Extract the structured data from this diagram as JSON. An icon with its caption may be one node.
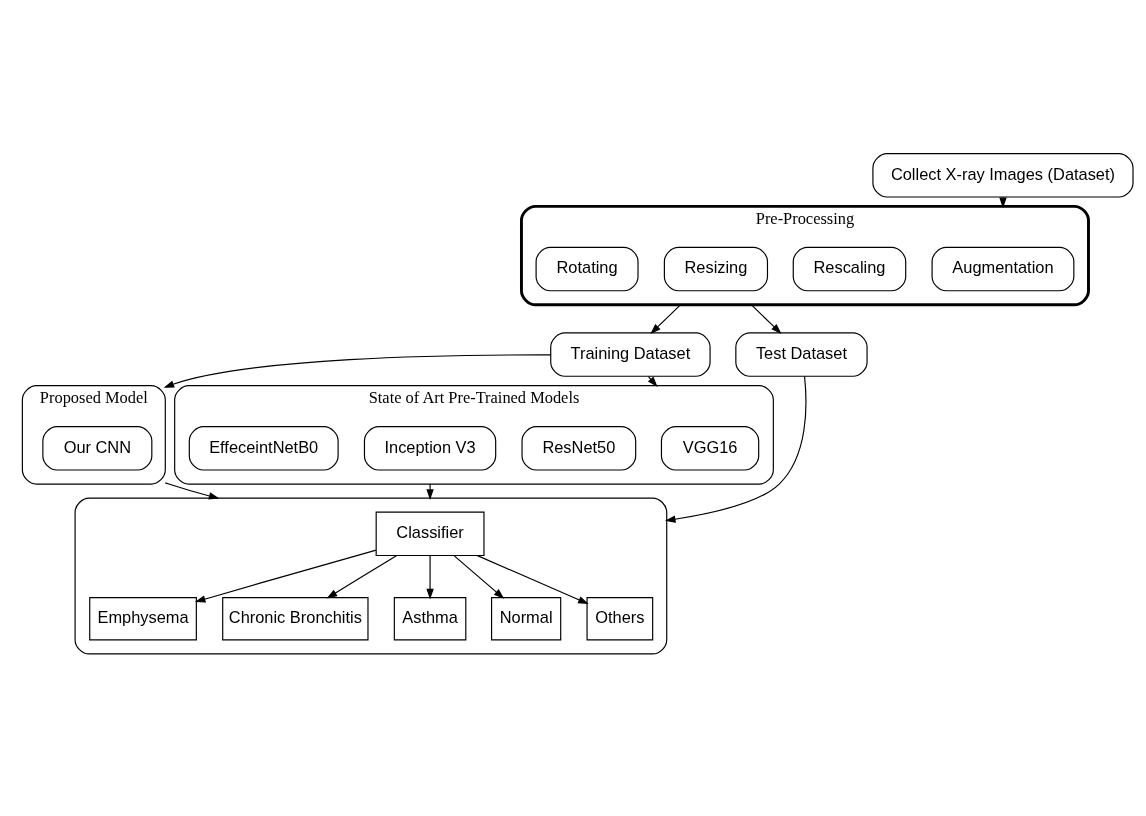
{
  "diagram": {
    "nodes": [
      {
        "text": [
          "Collect X-ray Images (Dataset)"
        ]
      },
      {
        "text": [
          "Pre-Processing"
        ]
      },
      {
        "text": [
          "Augmentation"
        ],
        "in": 1
      },
      {
        "text": [
          "Rescaling"
        ],
        "in": 1
      },
      {
        "text": [
          "Resizing"
        ],
        "in": 1
      },
      {
        "text": [
          "Rotating"
        ],
        "in": 1
      },
      {
        "text": [
          "Training Dataset"
        ]
      },
      {
        "text": [
          "Test Dataset"
        ]
      },
      {
        "text": [
          "Proposed Model"
        ]
      },
      {
        "text": [
          "Our CNN"
        ],
        "in": 8
      },
      {
        "text": [
          "State of Art Pre-Trained Models"
        ]
      },
      {
        "text": [
          "VGG16"
        ],
        "in": 10
      },
      {
        "text": [
          "ResNet50"
        ],
        "in": 10
      },
      {
        "text": [
          "Inception V3"
        ],
        "in": 10
      },
      {
        "text": [
          "EffeceintNetB0"
        ],
        "in": 10
      },
      {
        "text": [],
        "shape": "box"
      },
      {
        "text": [
          "Classifier"
        ],
        "in": 15
      },
      {
        "text": [
          "Emphysema"
        ],
        "in": 15
      },
      {
        "text": [
          "Chronic Bronchitis"
        ],
        "in": 15
      },
      {
        "text": [
          "Asthma"
        ],
        "in": 15
      },
      {
        "text": [
          "Normal"
        ],
        "in": 15
      },
      {
        "text": [
          "Others"
        ],
        "in": 15
      }
    ],
    "edges": [
      {
        "from": 0,
        "to": 1,
        "arrow": "to"
      },
      {
        "from": 1,
        "to": 6,
        "arrow": "to"
      },
      {
        "from": 1,
        "to": 7,
        "arrow": "to"
      },
      {
        "from": 6,
        "to": 8,
        "arrow": "to"
      },
      {
        "from": 6,
        "to": 10,
        "arrow": "to"
      },
      {
        "from": 8,
        "to": 15,
        "arrow": "to"
      },
      {
        "from": 10,
        "to": 15,
        "arrow": "to"
      },
      {
        "from": 7,
        "to": 15,
        "arrow": "to"
      },
      {
        "from": 16,
        "to": 17,
        "arrow": "to"
      },
      {
        "from": 16,
        "to": 18,
        "arrow": "to"
      },
      {
        "from": 16,
        "to": 19,
        "arrow": "to"
      },
      {
        "from": 16,
        "to": 20,
        "arrow": "to"
      },
      {
        "from": 16,
        "to": 21,
        "arrow": "to"
      }
    ]
  }
}
